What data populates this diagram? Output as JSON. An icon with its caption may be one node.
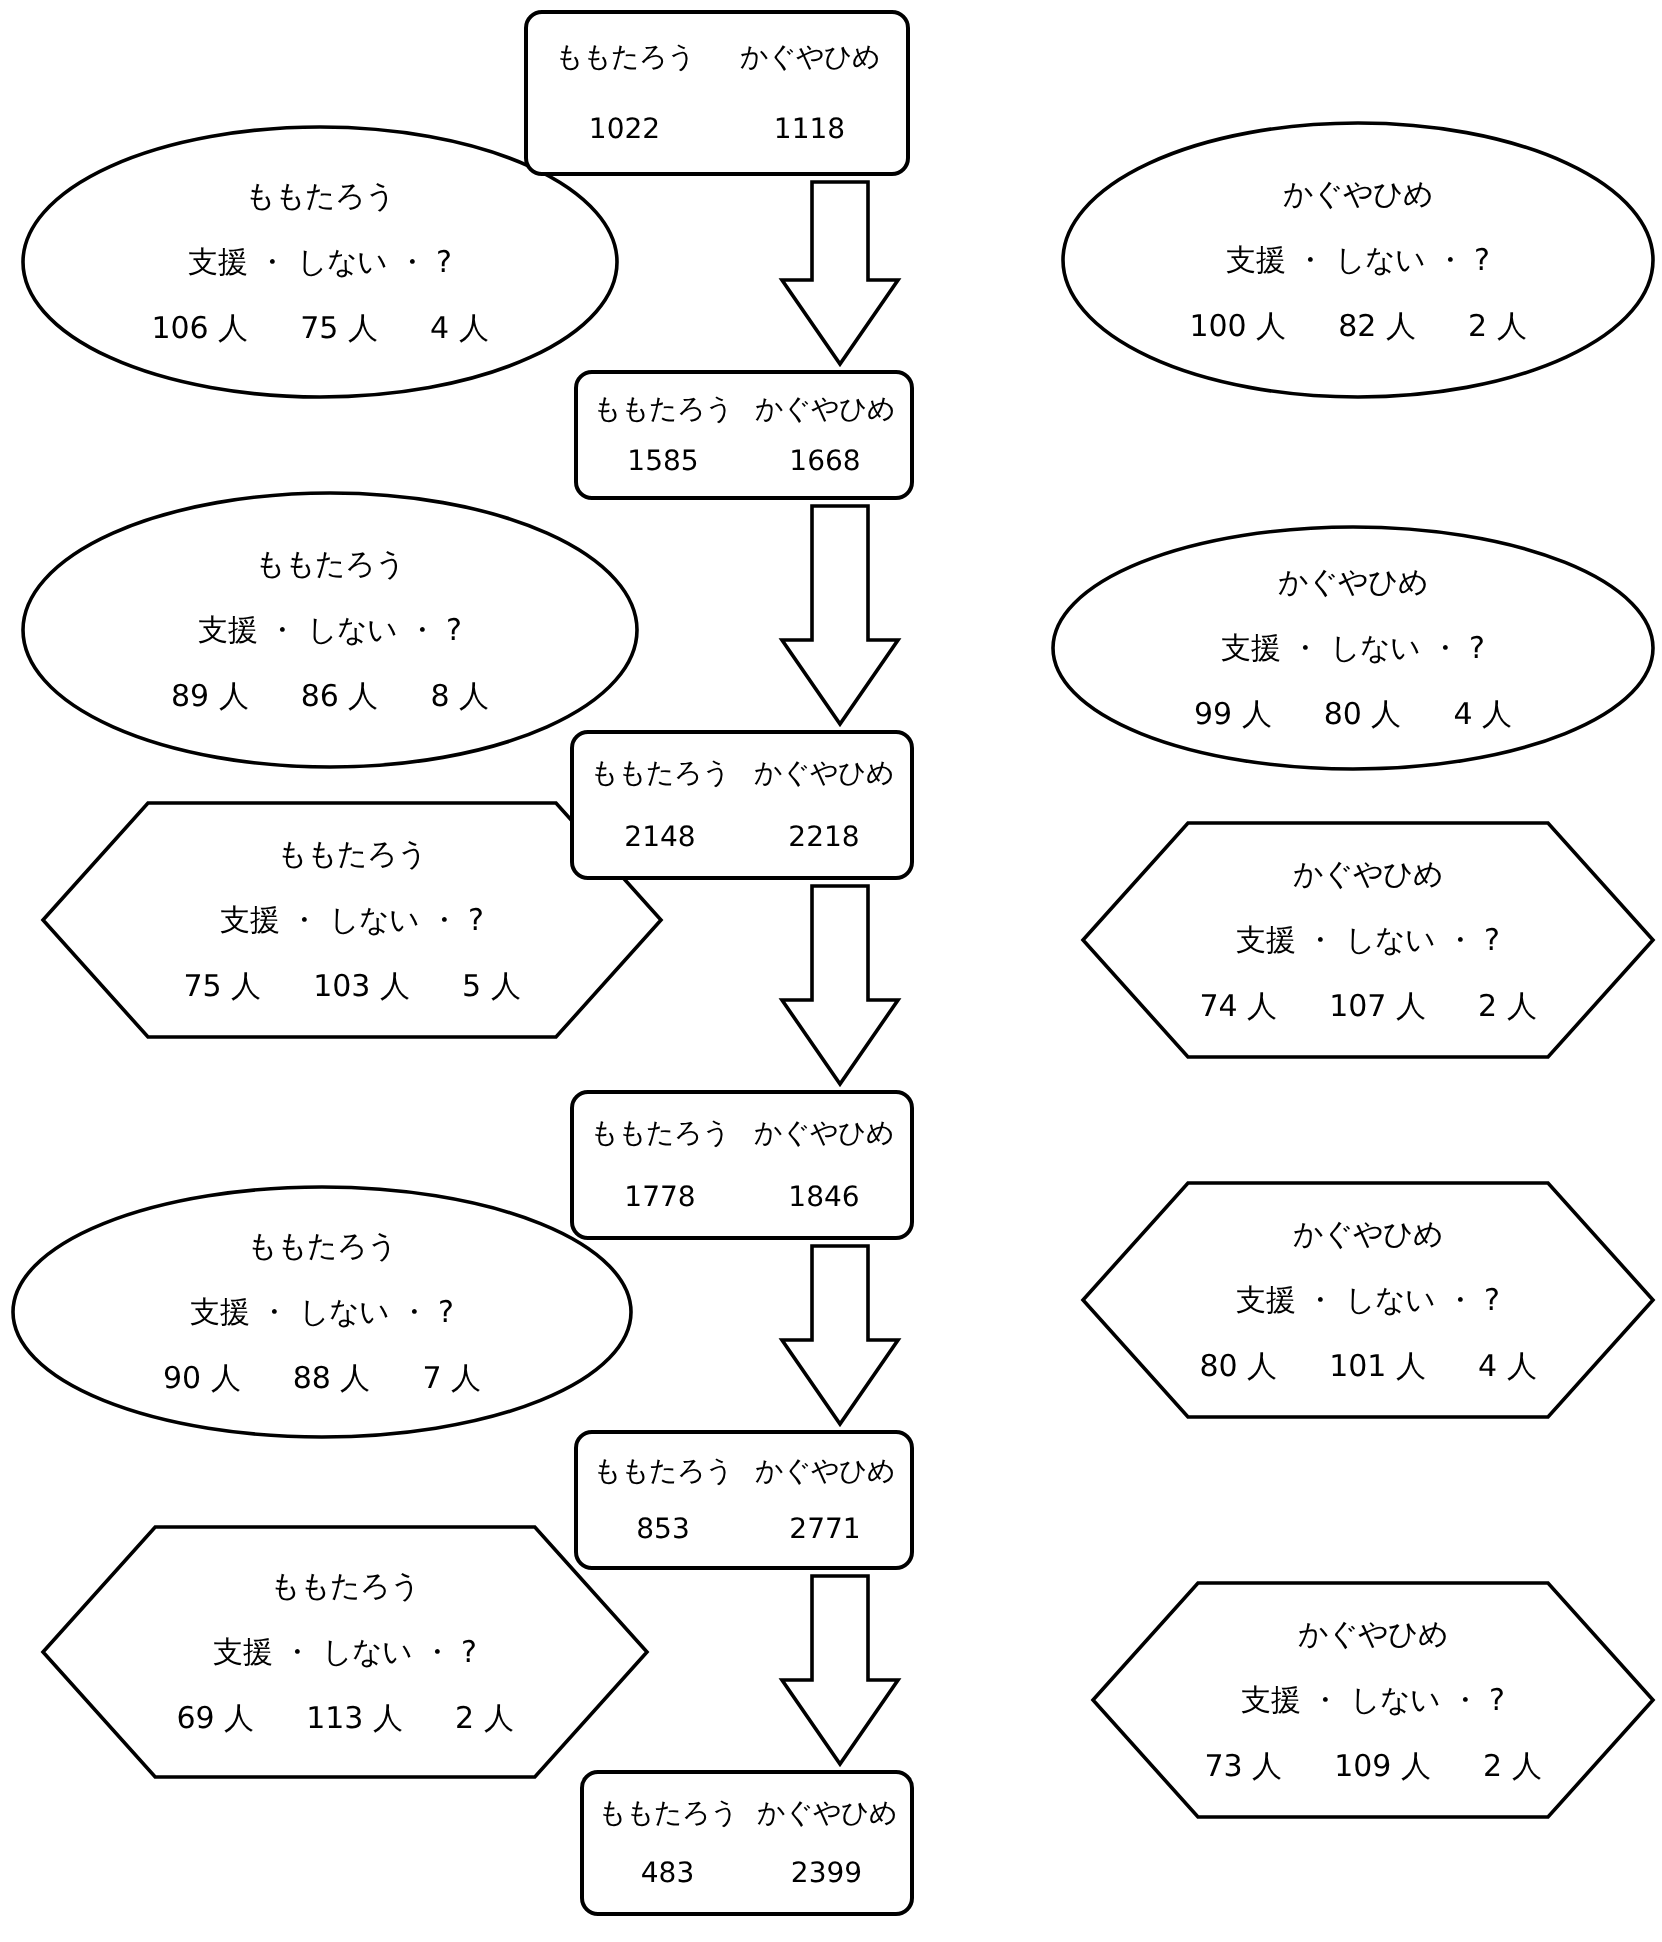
{
  "diagram": {
    "nodes": [
      {
        "text": [
          "ももたろう",
          "かぐやひめ",
          "1022",
          "1118"
        ]
      },
      {
        "text": [
          "ももたろう",
          "支援 ・ しない ・ ?",
          "106 人",
          "75 人",
          "4 人"
        ]
      },
      {
        "text": [
          "かぐやひめ",
          "支援 ・ しない ・ ?",
          "100 人",
          "82 人",
          "2 人"
        ]
      },
      {
        "text": [
          "ももたろう",
          "かぐやひめ",
          "1585",
          "1668"
        ]
      },
      {
        "text": [
          "ももたろう",
          "支援 ・ しない ・ ?",
          "89 人",
          "86 人",
          "8 人"
        ]
      },
      {
        "text": [
          "かぐやひめ",
          "支援 ・ しない ・ ?",
          "99 人",
          "80 人",
          "4 人"
        ]
      },
      {
        "text": [
          "ももたろう",
          "かぐやひめ",
          "2148",
          "2218"
        ]
      },
      {
        "text": [
          "ももたろう",
          "支援 ・ しない ・ ?",
          "75 人",
          "103 人",
          "5 人"
        ]
      },
      {
        "text": [
          "かぐやひめ",
          "支援 ・ しない ・ ?",
          "74 人",
          "107 人",
          "2 人"
        ]
      },
      {
        "text": [
          "ももたろう",
          "かぐやひめ",
          "1778",
          "1846"
        ]
      },
      {
        "text": [
          "ももたろう",
          "支援 ・ しない ・ ?",
          "90 人",
          "88 人",
          "7 人"
        ]
      },
      {
        "text": [
          "かぐやひめ",
          "支援 ・ しない ・ ?",
          "80 人",
          "101 人",
          "4 人"
        ]
      },
      {
        "text": [
          "ももたろう",
          "かぐやひめ",
          "853",
          "2771"
        ]
      },
      {
        "text": [
          "ももたろう",
          "支援 ・ しない ・ ?",
          "69 人",
          "113 人",
          "2 人"
        ]
      },
      {
        "text": [
          "かぐやひめ",
          "支援 ・ しない ・ ?",
          "73 人",
          "109 人",
          "2 人"
        ]
      },
      {
        "text": [
          "ももたろう",
          "かぐやひめ",
          "483",
          "2399"
        ]
      }
    ],
    "edges": [
      {
        "from": 0,
        "to": 3,
        "arrow": "to"
      },
      {
        "from": 3,
        "to": 6,
        "arrow": "to"
      },
      {
        "from": 6,
        "to": 9,
        "arrow": "to"
      },
      {
        "from": 9,
        "to": 12,
        "arrow": "to"
      },
      {
        "from": 12,
        "to": 15,
        "arrow": "to"
      }
    ]
  }
}
